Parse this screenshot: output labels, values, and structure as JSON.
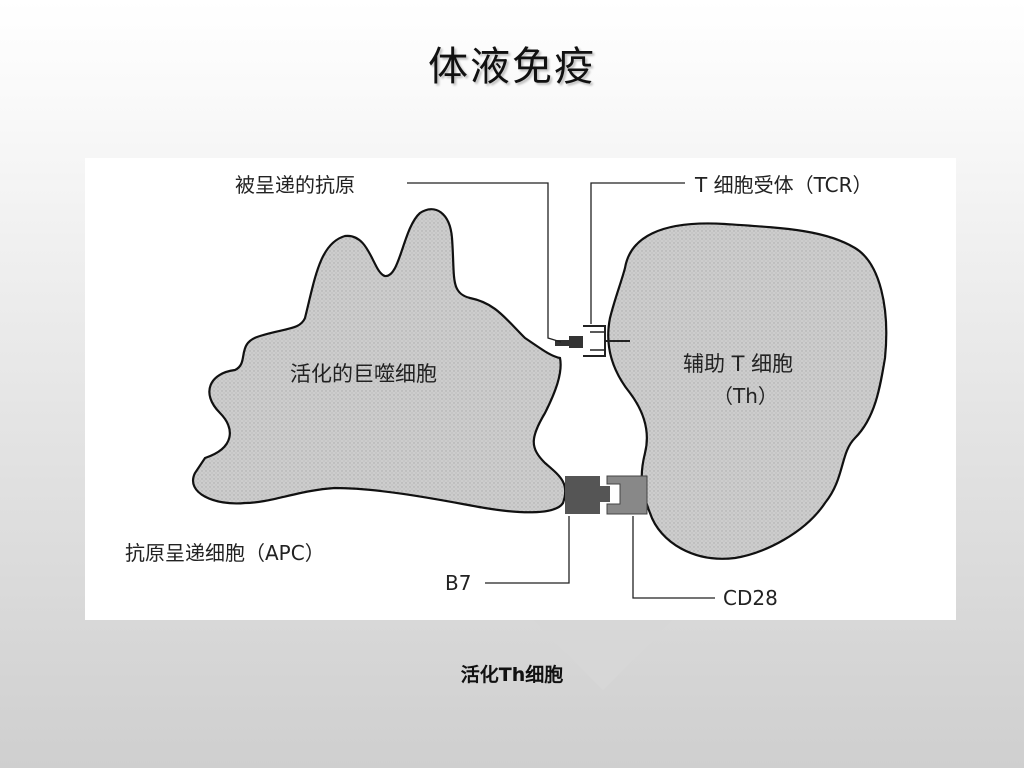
{
  "slide": {
    "title": "体液免疫",
    "caption": "活化Th细胞"
  },
  "diagram": {
    "labels": {
      "presented_antigen": "被呈递的抗原",
      "tcr": "T 细胞受体（TCR）",
      "macrophage": "活化的巨噬细胞",
      "th_cell_line1": "辅助 T 细胞",
      "th_cell_line2": "（Th）",
      "apc": "抗原呈递细胞（APC）",
      "b7": "B7",
      "cd28": "CD28"
    },
    "colors": {
      "cell_fill": "#cfcfcf",
      "outline": "#111111",
      "b7_fill": "#555555",
      "cd28_fill": "#888888"
    }
  }
}
